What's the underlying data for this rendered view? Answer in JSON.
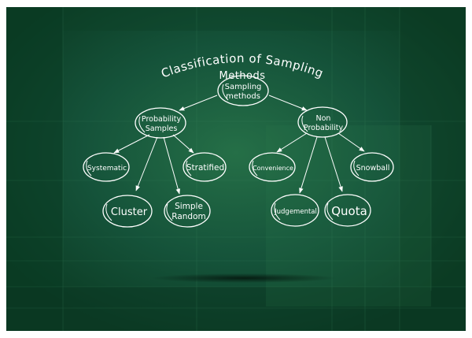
{
  "title": "Classification of Sampling Methods",
  "title_line1": "Classification of Sampling",
  "title_line2": "Methods",
  "colors": {
    "board": "#0f4a2c",
    "board_dark": "#0a3a22",
    "board_light": "#1f6a43",
    "chalk": "#ffffff"
  },
  "nodes": {
    "root": {
      "line1": "Sampling",
      "line2": "methods"
    },
    "probability": {
      "line1": "Probability",
      "line2": "Samples"
    },
    "non_probability": {
      "line1": "Non",
      "line2": "Probability"
    },
    "systematic": {
      "label": "Systematic"
    },
    "stratified": {
      "label": "Stratified"
    },
    "cluster": {
      "label": "Cluster"
    },
    "simple_random": {
      "line1": "Simple",
      "line2": "Random"
    },
    "convenience": {
      "label": "Convenience"
    },
    "snowball": {
      "label": "Snowball"
    },
    "judgemental": {
      "label": "Judgemental"
    },
    "quota": {
      "label": "Quota"
    }
  }
}
